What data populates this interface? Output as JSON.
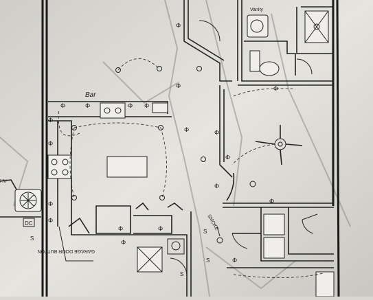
{
  "plan": {
    "labels": {
      "bar": "Bar",
      "garage_door_button": "GARAGE DOOR BUTTON",
      "smoke": "SMOKE",
      "hv": "HV",
      "dc": "DC"
    }
  }
}
